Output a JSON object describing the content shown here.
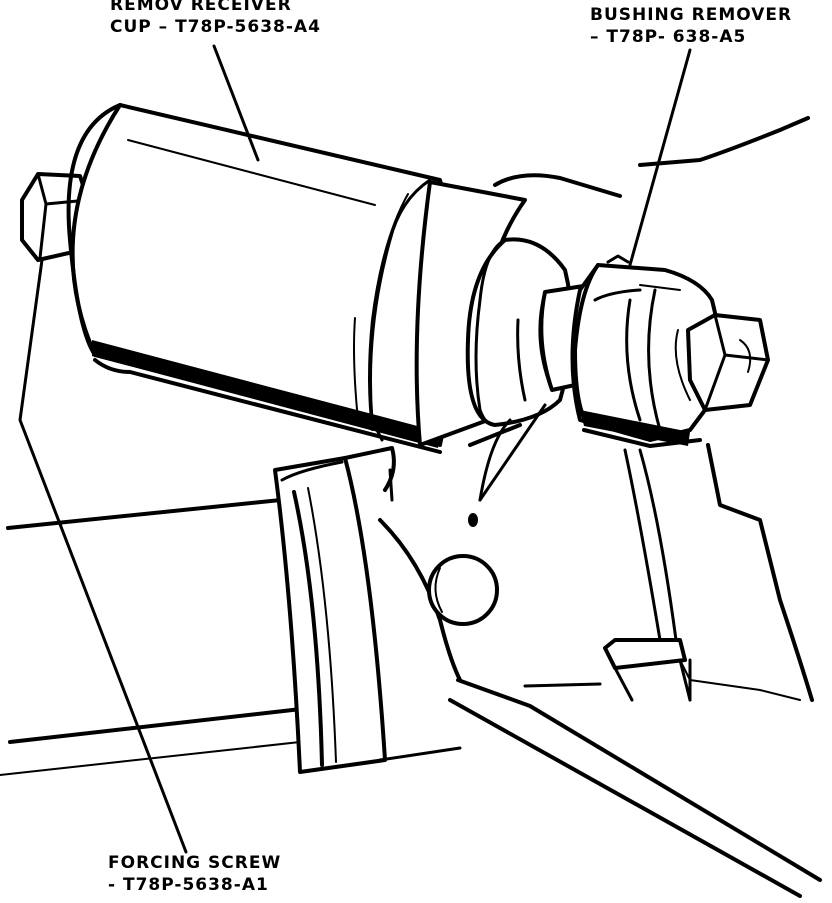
{
  "labels": {
    "receiver_cup": {
      "line1": "REMOV      RECEIVER",
      "line2": "CUP – T78P-5638-A4"
    },
    "bushing_remover": {
      "line1": "BUSHING REMOVER",
      "line2": "– T78P- 638-A5"
    },
    "forcing_screw": {
      "line1": "FORCING SCREW",
      "line2": "- T78P-5638-A1"
    }
  },
  "colors": {
    "ink": "#000000",
    "paper": "#ffffff"
  }
}
